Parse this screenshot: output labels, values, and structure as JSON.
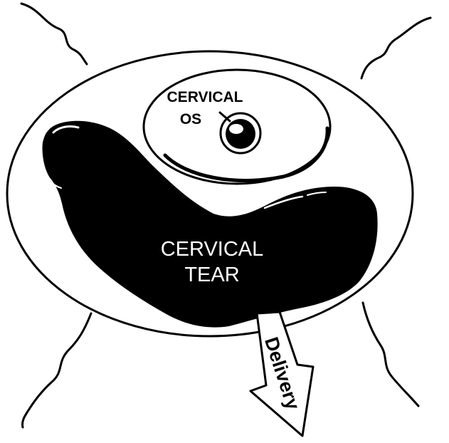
{
  "labels": {
    "os_line1": "CERVICAL",
    "os_line2": "OS",
    "tear_line1": "CERVICAL",
    "tear_line2": "TEAR",
    "arrow": "Delivery"
  },
  "colors": {
    "ink": "#000000",
    "paper": "#ffffff"
  }
}
